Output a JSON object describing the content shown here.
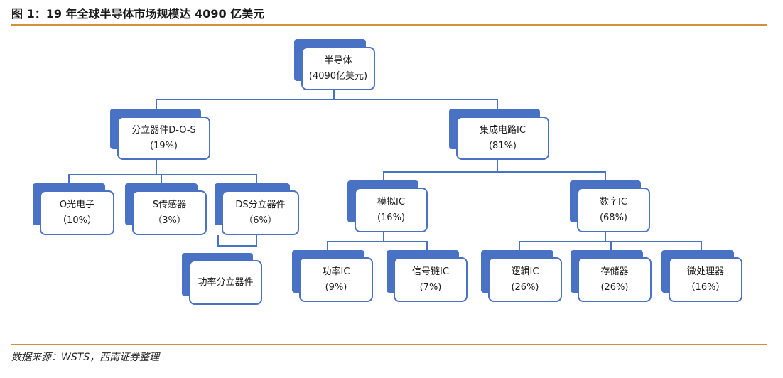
{
  "title": "图 1：19 年全球半导体市场规模达 4090 亿美元",
  "source": "数据来源：WSTS，西南证券整理",
  "colors": {
    "accent": "#4a72c4",
    "rule": "#d38f3a"
  },
  "nodes": {
    "root": {
      "label": "半导体",
      "value": "(4090亿美元)"
    },
    "discrete": {
      "label": "分立器件D-O-S",
      "value": "(19%)"
    },
    "ic": {
      "label": "集成电路IC",
      "value": "(81%)"
    },
    "opto": {
      "label": "O光电子",
      "value": "（10%）"
    },
    "sensor": {
      "label": "S传感器",
      "value": "（3%）"
    },
    "ds": {
      "label": "DS分立器件",
      "value": "（6%）"
    },
    "power_discrete": {
      "label": "功率分立器件"
    },
    "analog": {
      "label": "模拟IC",
      "value": "(16%)"
    },
    "digital": {
      "label": "数字IC",
      "value": "(68%)"
    },
    "power_ic": {
      "label": "功率IC",
      "value": "(9%)"
    },
    "signal_ic": {
      "label": "信号链IC",
      "value": "(7%)"
    },
    "logic_ic": {
      "label": "逻辑IC",
      "value": "(26%)"
    },
    "memory": {
      "label": "存储器",
      "value": "(26%)"
    },
    "microprocessor": {
      "label": "微处理器",
      "value": "（16%）"
    }
  }
}
